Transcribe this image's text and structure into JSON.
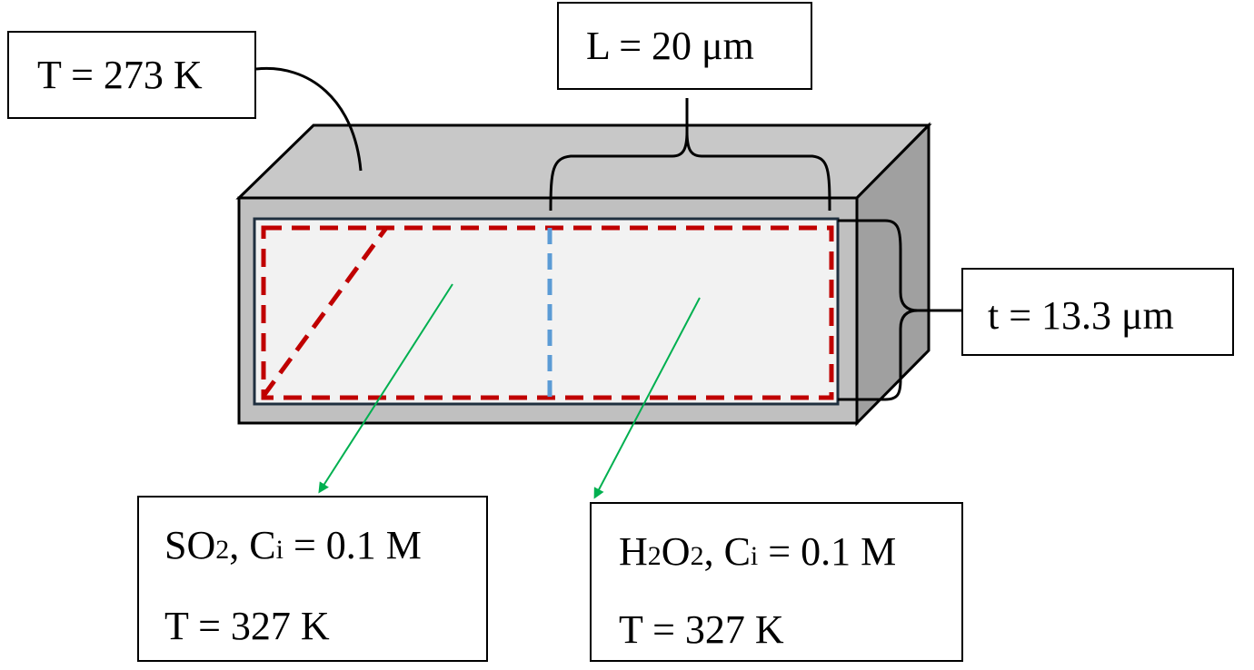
{
  "labels": {
    "outer_temperature": "T = 273 K",
    "length": "L = 20 μm",
    "thickness": "t = 13.3 μm"
  },
  "left_chamber": {
    "species": "SO",
    "species_sub": "2",
    "sep": ", C",
    "conc_sub": "i",
    "conc_value": " = 0.1 M",
    "temperature": "T = 327 K"
  },
  "right_chamber": {
    "species_a": "H",
    "species_a_sub": "2",
    "species_b": "O",
    "species_b_sub": "2",
    "sep": ", C",
    "conc_sub": "i",
    "conc_value": " = 0.1 M",
    "temperature": "T = 327 K"
  },
  "colors": {
    "block_top": "#c8c8c8",
    "block_front": "#c0c0c0",
    "block_side": "#a0a0a0",
    "cell_fill": "#f2f2f2",
    "dashed_boundary": "#c00000",
    "dashed_divider": "#5b9bd5",
    "arrows": "#00b050"
  }
}
